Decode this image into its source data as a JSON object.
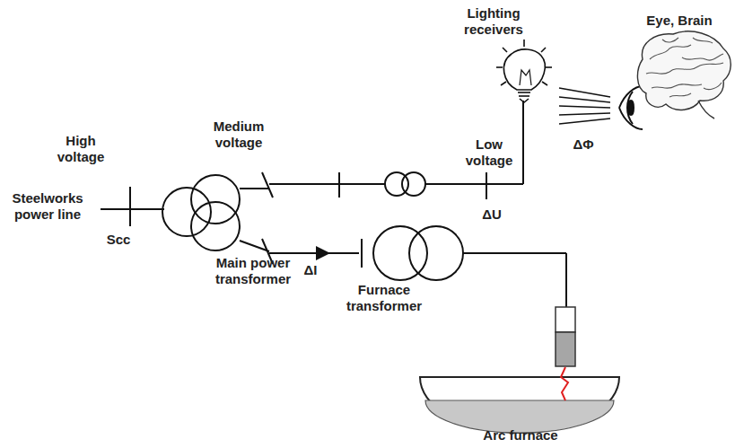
{
  "diagram": {
    "labels": [
      "Lighting receivers",
      "Eye, Brain",
      "ΔΦ",
      "High voltage",
      "Medium voltage",
      "Low voltage",
      "Steelworks power line",
      "ΔU",
      "Scc",
      "Main power transformer",
      "ΔI",
      "Furnace transformer",
      "Arc furnace"
    ]
  }
}
